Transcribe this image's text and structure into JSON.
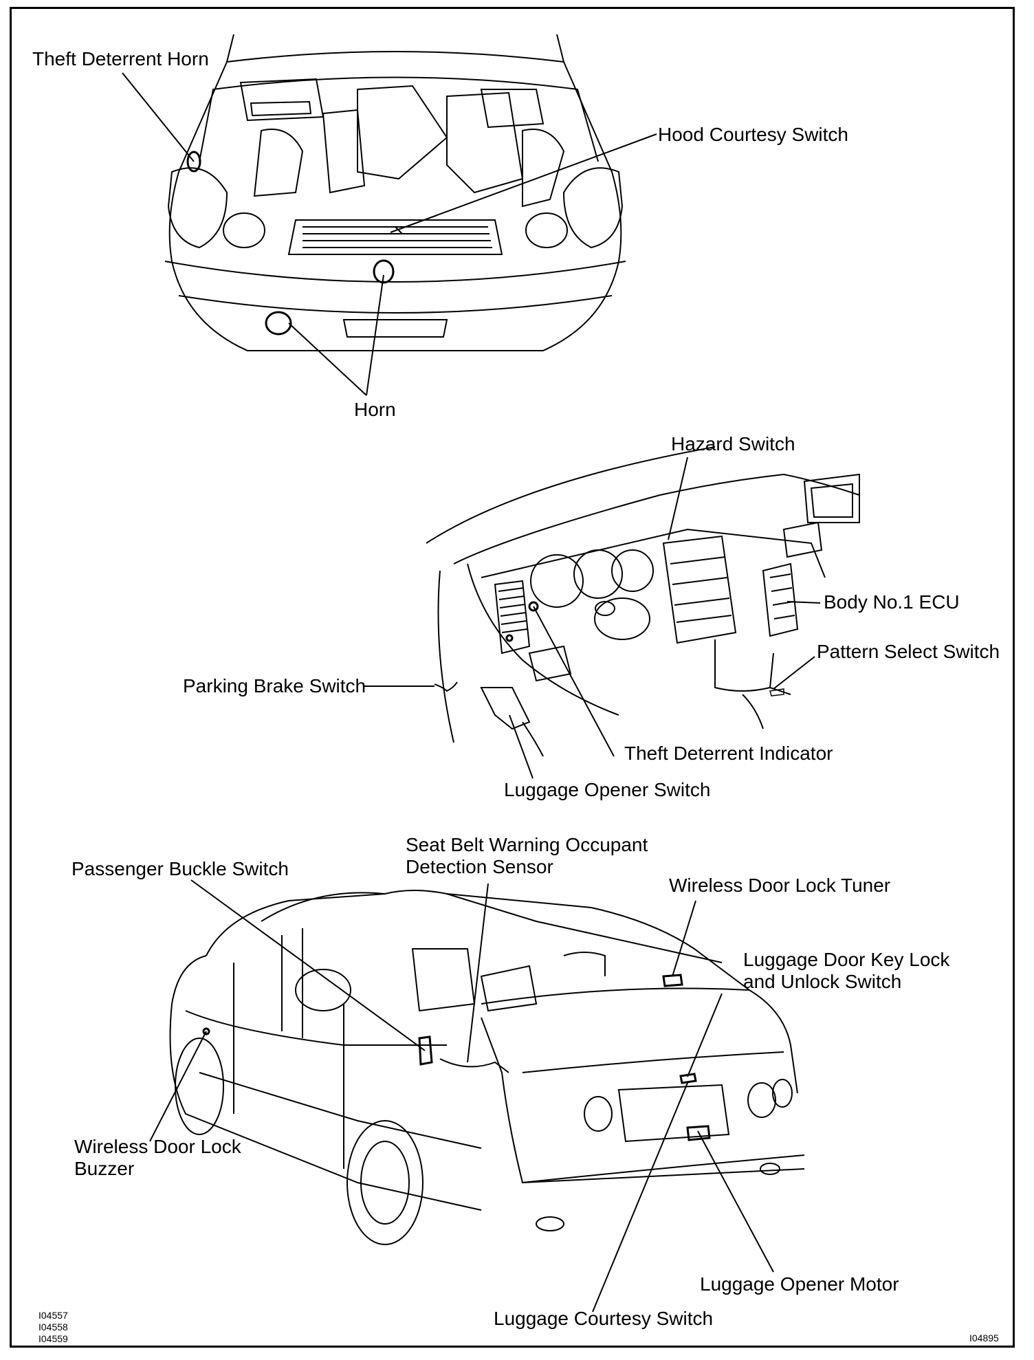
{
  "labels": {
    "theft_deterrent_horn": "Theft Deterrent Horn",
    "hood_courtesy_switch": "Hood Courtesy Switch",
    "horn": "Horn",
    "hazard_switch": "Hazard Switch",
    "body_no1_ecu": "Body No.1 ECU",
    "pattern_select_switch": "Pattern Select Switch",
    "parking_brake_switch": "Parking Brake Switch",
    "theft_deterrent_indicator": "Theft Deterrent Indicator",
    "luggage_opener_switch": "Luggage Opener Switch",
    "seat_belt_sensor_line1": "Seat Belt Warning Occupant",
    "seat_belt_sensor_line2": "Detection Sensor",
    "passenger_buckle_switch": "Passenger Buckle Switch",
    "wireless_door_lock_tuner": "Wireless Door Lock Tuner",
    "luggage_door_key_line1": "Luggage Door Key Lock",
    "luggage_door_key_line2": "and Unlock Switch",
    "wireless_buzzer_line1": "Wireless Door Lock",
    "wireless_buzzer_line2": "Buzzer",
    "luggage_opener_motor": "Luggage Opener Motor",
    "luggage_courtesy_switch": "Luggage Courtesy Switch"
  },
  "codes": {
    "left_1": "I04557",
    "left_2": "I04558",
    "left_3": "I04559",
    "right": "I04895"
  }
}
